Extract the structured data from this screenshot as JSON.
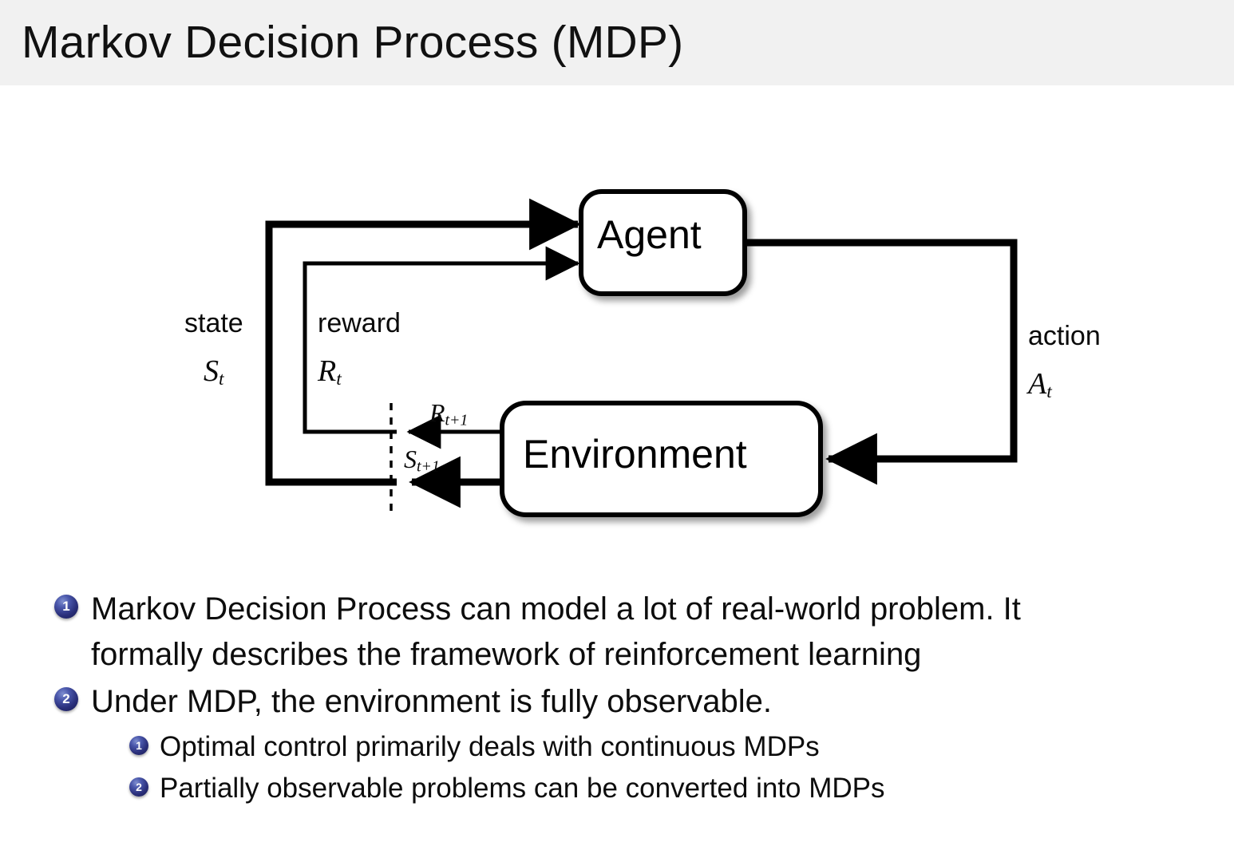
{
  "slide": {
    "title": "Markov Decision Process (MDP)",
    "header_bg": "#f1f1f1",
    "page_bg": "#ffffff",
    "bullet_color": "#2a2f7a"
  },
  "diagram": {
    "name": "agent-environment-interaction-loop",
    "nodes": [
      {
        "id": "agent",
        "label": "Agent"
      },
      {
        "id": "environment",
        "label": "Environment"
      }
    ],
    "labels": {
      "state": "state",
      "state_symbol": "S",
      "state_subscript": "t",
      "reward": "reward",
      "reward_symbol": "R",
      "reward_subscript": "t",
      "action": "action",
      "action_symbol": "A",
      "action_subscript": "t",
      "next_reward_symbol": "R",
      "next_reward_subscript": "t+1",
      "next_state_symbol": "S",
      "next_state_subscript": "t+1"
    }
  },
  "body": {
    "items": [
      {
        "number": "1",
        "text": "Markov Decision Process can model a lot of real-world problem. It",
        "text_line2": "formally describes the framework of reinforcement learning",
        "children": []
      },
      {
        "number": "2",
        "text": "Under MDP, the environment is fully observable.",
        "children": [
          {
            "number": "1",
            "text": "Optimal control primarily deals with continuous MDPs"
          },
          {
            "number": "2",
            "text": "Partially observable problems can be converted into MDPs"
          }
        ]
      }
    ]
  }
}
